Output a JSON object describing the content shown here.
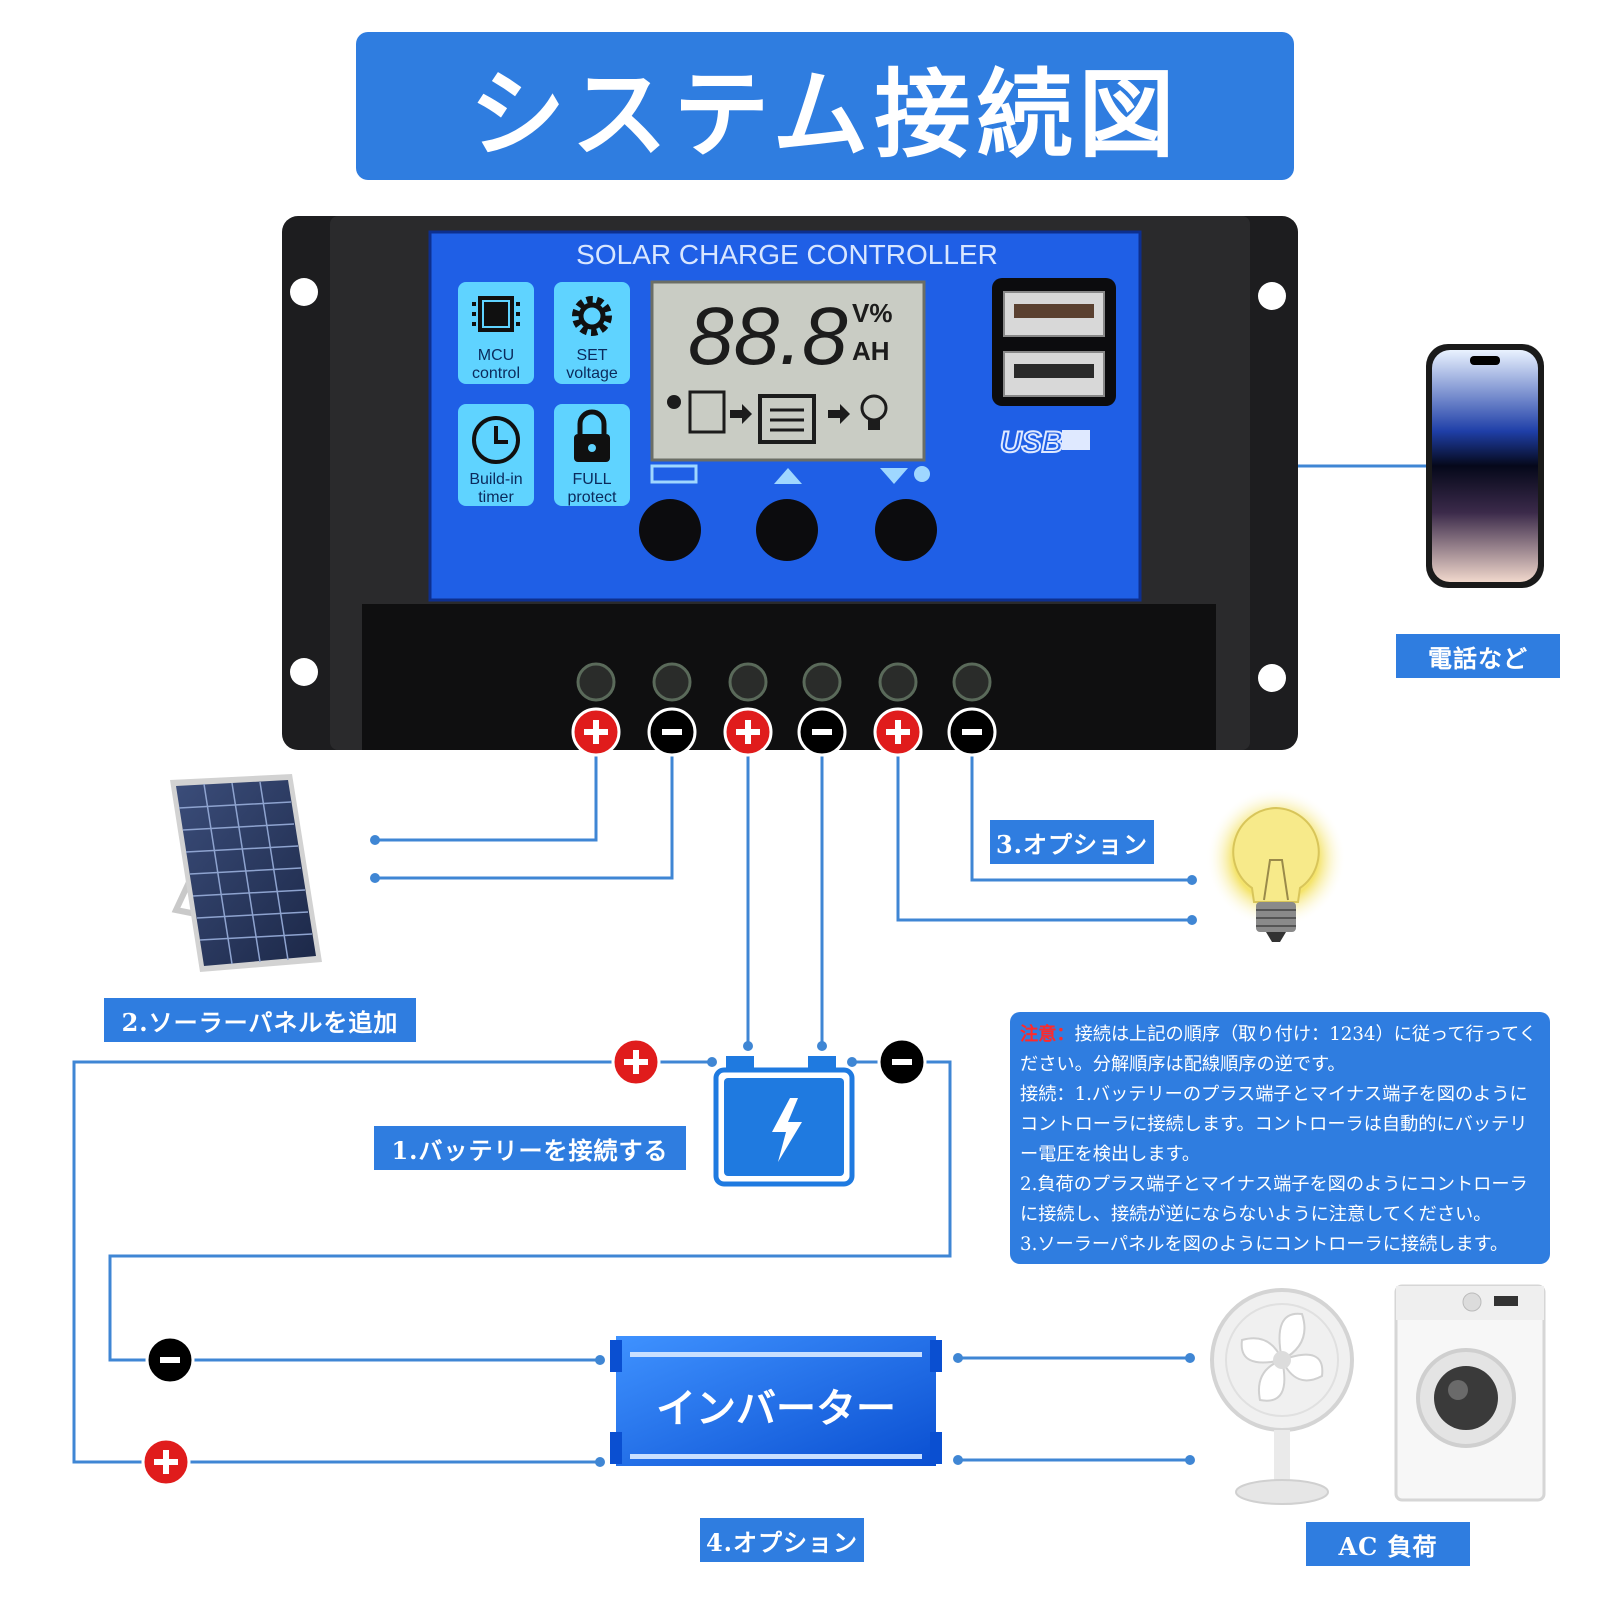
{
  "title": "システム接続図",
  "controller": {
    "header": "SOLAR CHARGE CONTROLLER",
    "lcd_digits": "88.8",
    "lcd_units_top": "V%",
    "lcd_units_bottom": "AH",
    "features": [
      {
        "icon": "chip-icon",
        "line1": "MCU",
        "line2": "control"
      },
      {
        "icon": "gear-icon",
        "line1": "SET",
        "line2": "voltage"
      },
      {
        "icon": "clock-icon",
        "line1": "Build-in",
        "line2": "timer"
      },
      {
        "icon": "lock-icon",
        "line1": "FULL",
        "line2": "protect"
      }
    ],
    "usb_label": "USB"
  },
  "labels": {
    "phone": "電話など",
    "option3": "3.オプション",
    "solar": "2.ソーラーパネルを追加",
    "battery": "1.バッテリーを接続する",
    "inverter": "インバーター",
    "option4": "4.オプション",
    "ac_load": "AC 負荷"
  },
  "notes": {
    "warn_label": "注意：",
    "lines": [
      "接続は上記の順序（取り付け：1234）に従って行ってく",
      "ださい。分解順序は配線順序の逆です。",
      "接続：1.バッテリーのプラス端子とマイナス端子を図のように",
      "コントローラに接続します。コントローラは自動的にバッテリ",
      "ー電圧を検出します。",
      "2.負荷のプラス端子とマイナス端子を図のようにコントローラ",
      "に接続し、接続が逆にならないように注意してください。",
      "3.ソーラーパネルを図のようにコントローラに接続します。"
    ]
  },
  "colors": {
    "accent": "#2f7de0",
    "wire": "#3f86d4",
    "positive": "#e01c1c",
    "negative": "#000000"
  }
}
